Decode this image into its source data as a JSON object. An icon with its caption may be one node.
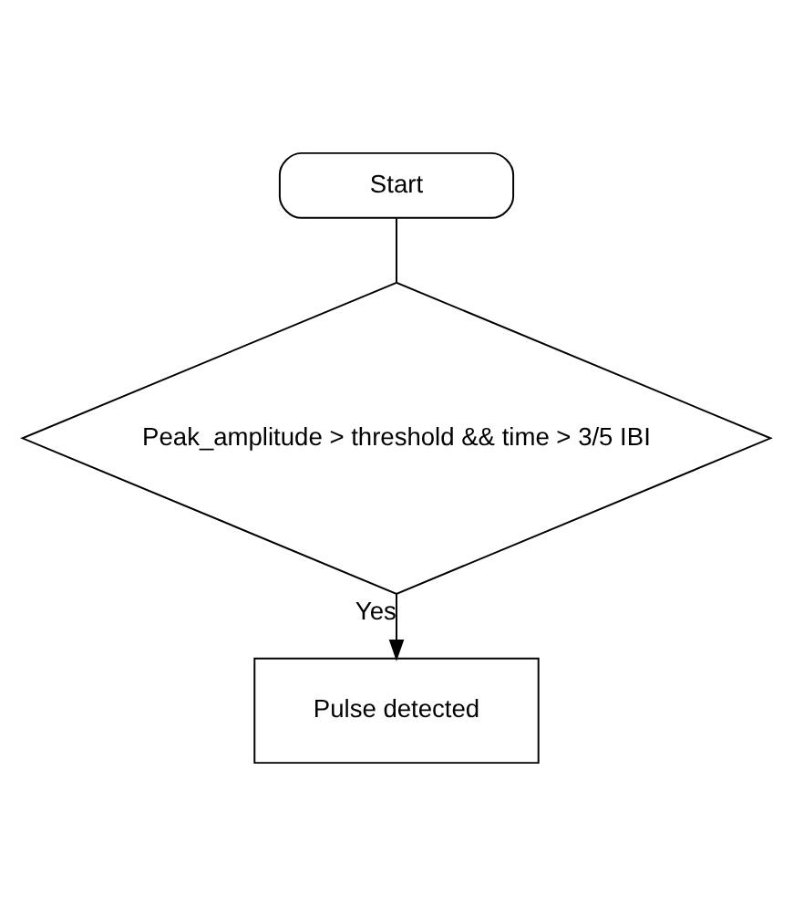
{
  "diagram": {
    "nodes": [
      {
        "text": [
          "Start"
        ]
      },
      {
        "text": [
          "Peak_amplitude > threshold && time > 3/5 IBI"
        ]
      },
      {
        "text": [
          "Pulse detected"
        ]
      }
    ],
    "edges": [
      {
        "from": 0,
        "to": 1,
        "arrow": "none"
      },
      {
        "from": 1,
        "to": 2,
        "arrow": "to",
        "label": "Yes"
      }
    ]
  }
}
